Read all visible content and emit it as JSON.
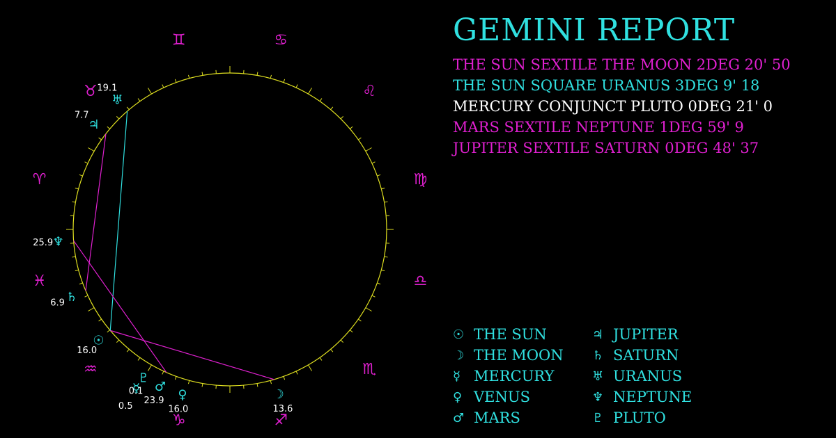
{
  "title": "GEMINI REPORT",
  "colors": {
    "background": "#000000",
    "magenta": "#e020d0",
    "cyan": "#30e0e0",
    "white": "#ffffff",
    "ring": "#e0e020"
  },
  "aspects": [
    {
      "text": "THE SUN SEXTILE THE MOON 2DEG 20' 50",
      "color": "#e020d0"
    },
    {
      "text": "THE SUN SQUARE URANUS 3DEG 9' 18",
      "color": "#30e0e0"
    },
    {
      "text": "MERCURY CONJUNCT PLUTO 0DEG 21' 0",
      "color": "#ffffff"
    },
    {
      "text": "MARS SEXTILE NEPTUNE 1DEG 59' 9",
      "color": "#e020d0"
    },
    {
      "text": "JUPITER SEXTILE SATURN 0DEG 48' 37",
      "color": "#e020d0"
    }
  ],
  "legend": [
    {
      "glyph": "☉",
      "label": "THE SUN",
      "icon": "sun-icon"
    },
    {
      "glyph": "☽",
      "label": "THE MOON",
      "icon": "moon-icon"
    },
    {
      "glyph": "☿",
      "label": "MERCURY",
      "icon": "mercury-icon"
    },
    {
      "glyph": "♀",
      "label": "VENUS",
      "icon": "venus-icon"
    },
    {
      "glyph": "♂",
      "label": "MARS",
      "icon": "mars-icon"
    },
    {
      "glyph": "♃",
      "label": "JUPITER",
      "icon": "jupiter-icon"
    },
    {
      "glyph": "♄",
      "label": "SATURN",
      "icon": "saturn-icon"
    },
    {
      "glyph": "♅",
      "label": "URANUS",
      "icon": "uranus-icon"
    },
    {
      "glyph": "♆",
      "label": "NEPTUNE",
      "icon": "neptune-icon"
    },
    {
      "glyph": "♇",
      "label": "PLUTO",
      "icon": "pluto-icon"
    }
  ],
  "wheel": {
    "signs": [
      {
        "name": "capricorn",
        "glyph": "♑"
      },
      {
        "name": "sagittarius",
        "glyph": "♐"
      },
      {
        "name": "scorpio",
        "glyph": "♏"
      },
      {
        "name": "libra",
        "glyph": "♎"
      },
      {
        "name": "virgo",
        "glyph": "♍"
      },
      {
        "name": "leo",
        "glyph": "♌"
      },
      {
        "name": "cancer",
        "glyph": "♋"
      },
      {
        "name": "gemini",
        "glyph": "♊"
      },
      {
        "name": "taurus",
        "glyph": "♉"
      },
      {
        "name": "aries",
        "glyph": "♈"
      },
      {
        "name": "pisces",
        "glyph": "♓"
      },
      {
        "name": "aquarius",
        "glyph": "♒"
      }
    ],
    "planets": [
      {
        "name": "sun",
        "glyph": "☉",
        "longitude": 319.75,
        "degree": "16.0"
      },
      {
        "name": "moon",
        "glyph": "☽",
        "longitude": 253.6,
        "degree": "13.6"
      },
      {
        "name": "mercury",
        "glyph": "☿",
        "longitude": 300.5,
        "degree": "0.5"
      },
      {
        "name": "venus",
        "glyph": "♀",
        "longitude": 286.0,
        "degree": "16.0"
      },
      {
        "name": "mars",
        "glyph": "♂",
        "longitude": 293.9,
        "degree": "23.9"
      },
      {
        "name": "jupiter",
        "glyph": "♃",
        "longitude": 37.7,
        "degree": "7.7"
      },
      {
        "name": "saturn",
        "glyph": "♄",
        "longitude": 336.9,
        "degree": "6.9"
      },
      {
        "name": "uranus",
        "glyph": "♅",
        "longitude": 49.1,
        "degree": "19.1"
      },
      {
        "name": "neptune",
        "glyph": "♆",
        "longitude": 355.9,
        "degree": "25.9"
      },
      {
        "name": "pluto",
        "glyph": "♇",
        "longitude": 300.1,
        "degree": "0.1"
      }
    ],
    "aspect_lines": [
      {
        "from": "sun",
        "to": "moon",
        "color": "#e020d0"
      },
      {
        "from": "sun",
        "to": "uranus",
        "color": "#30e0e0"
      },
      {
        "from": "mars",
        "to": "neptune",
        "color": "#e020d0"
      },
      {
        "from": "jupiter",
        "to": "saturn",
        "color": "#e020d0"
      }
    ]
  }
}
